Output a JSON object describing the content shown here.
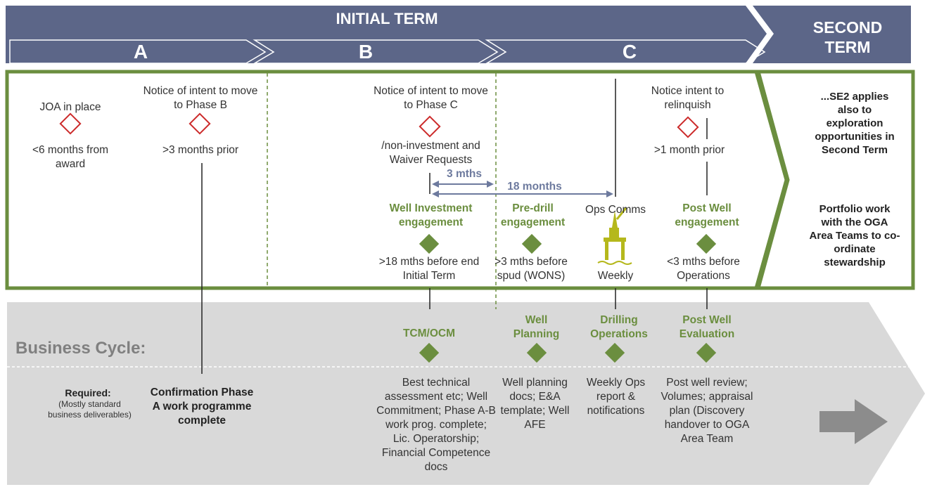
{
  "header": {
    "initial_term": "INITIAL TERM",
    "second_term_line1": "SECOND",
    "second_term_line2": "TERM",
    "phases": [
      "A",
      "B",
      "C"
    ]
  },
  "upper": {
    "joa": "JOA in place",
    "joa_sub": "<6 months from award",
    "notice_b": "Notice of intent to move to Phase B",
    "notice_b_sub": ">3 months prior",
    "notice_c": "Notice of intent to move to Phase C",
    "notice_c_sub": "/non-investment and Waiver Requests",
    "notice_relinquish": "Notice intent to relinquish",
    "notice_relinquish_sub": ">1 month prior",
    "span_3mths": "3 mths",
    "span_18months": "18 months",
    "well_investment": "Well Investment engagement",
    "well_investment_sub": ">18 mths before end Initial Term",
    "predrill": "Pre-drill engagement",
    "predrill_sub": ">3 mths before spud (WONS)",
    "ops_comms": "Ops Comms",
    "ops_comms_sub": "Weekly",
    "post_well": "Post Well engagement",
    "post_well_sub": "<3 mths before Operations"
  },
  "second_term": {
    "text1": "...SE2 applies also to exploration opportunities in Second Term",
    "text2": "Portfolio work with the OGA Area Teams to co-ordinate stewardship"
  },
  "business": {
    "title": "Business Cycle:",
    "required_label": "Required:",
    "required_sub": "(Mostly standard business deliverables)",
    "confirmation": "Confirmation Phase A work programme complete",
    "tcm": "TCM/OCM",
    "tcm_sub": "Best technical assessment etc; Well Commitment; Phase A-B work prog. complete; Lic. Operatorship; Financial Competence docs",
    "well_planning": "Well Planning",
    "well_planning_sub": "Well planning docs; E&A template; Well AFE",
    "drilling": "Drilling Operations",
    "drilling_sub": "Weekly Ops report & notifications",
    "post_well_eval": "Post Well Evaluation",
    "post_well_eval_sub": "Post well review; Volumes; appraisal plan (Discovery handover to OGA Area Team"
  },
  "colors": {
    "header_blue": "#5c6688",
    "green": "#6b8e3f",
    "diamond_red": "#cc2a2a",
    "grey_band": "#d9d9d9",
    "arrow_grey": "#8c8c8c",
    "span_blue": "#6d7a9e"
  },
  "icons": {
    "rig": "oil-rig-icon"
  }
}
